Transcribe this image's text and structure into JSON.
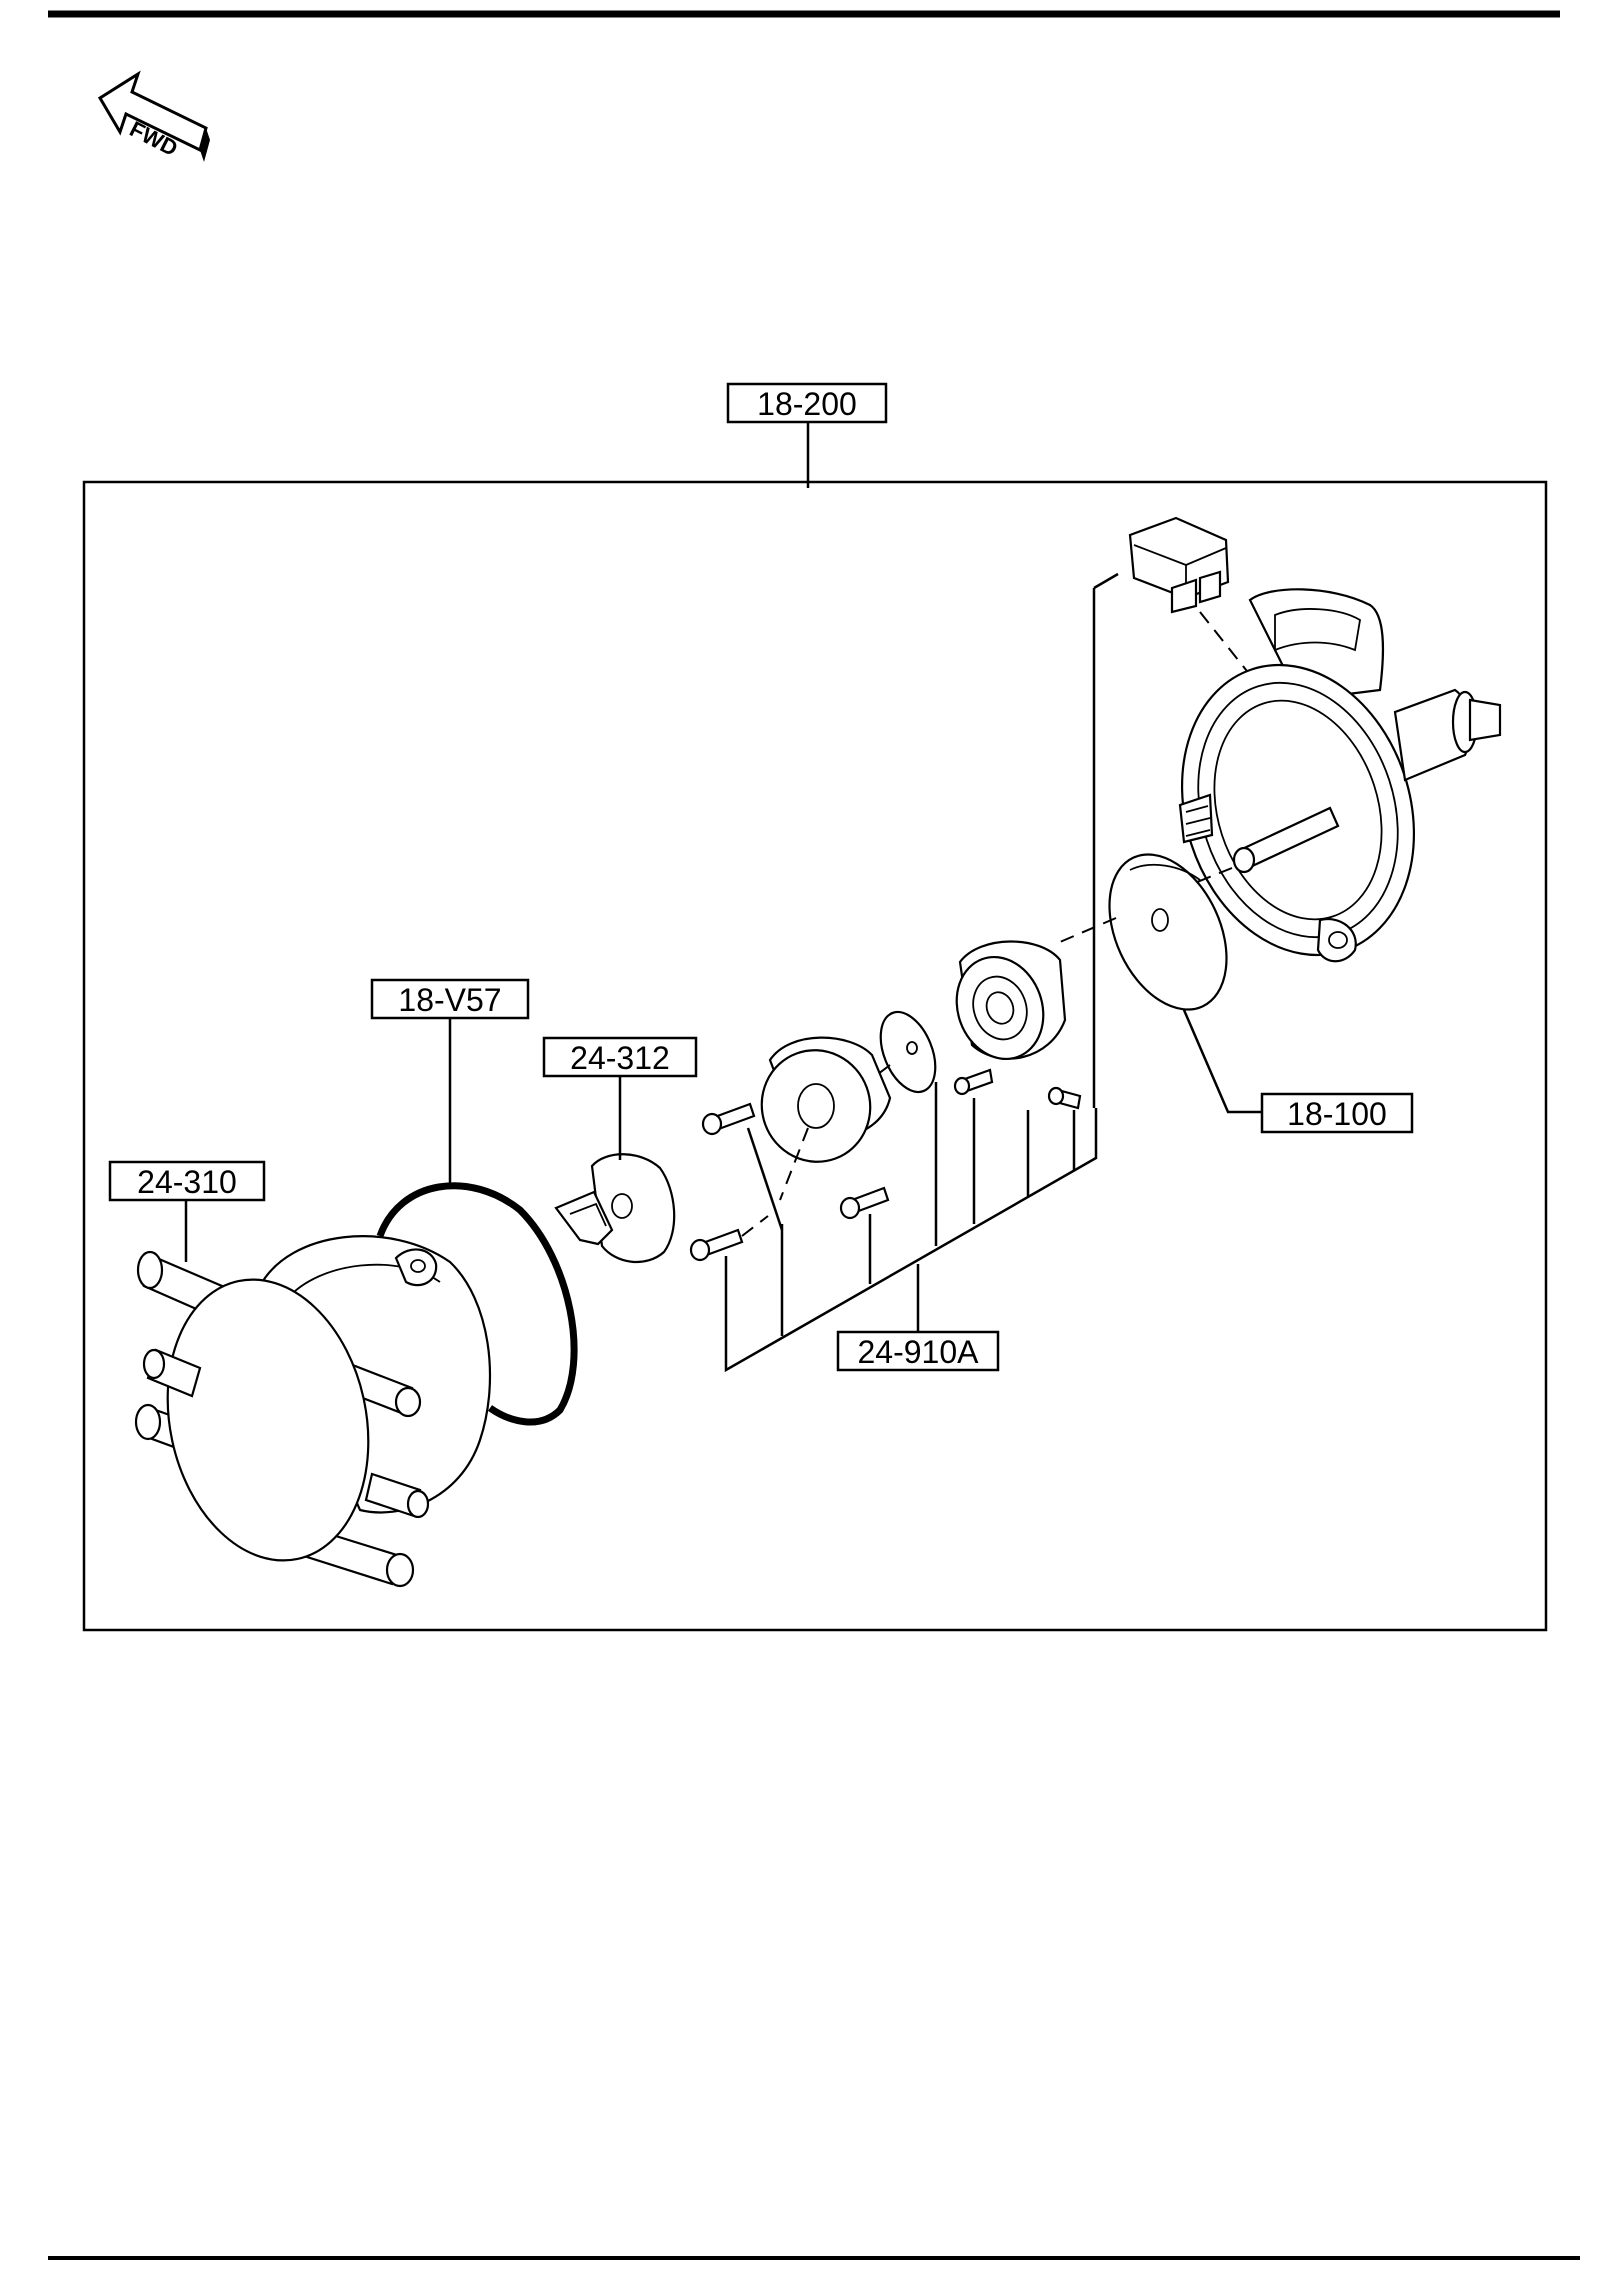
{
  "direction_indicator": {
    "label": "FWD"
  },
  "callouts": {
    "assembly": "18-200",
    "o_ring": "18-V57",
    "rotor": "24-312",
    "cap": "24-310",
    "screws": "24-910A",
    "plate": "18-100"
  },
  "colors": {
    "ink": "#000000",
    "paper": "#ffffff"
  }
}
